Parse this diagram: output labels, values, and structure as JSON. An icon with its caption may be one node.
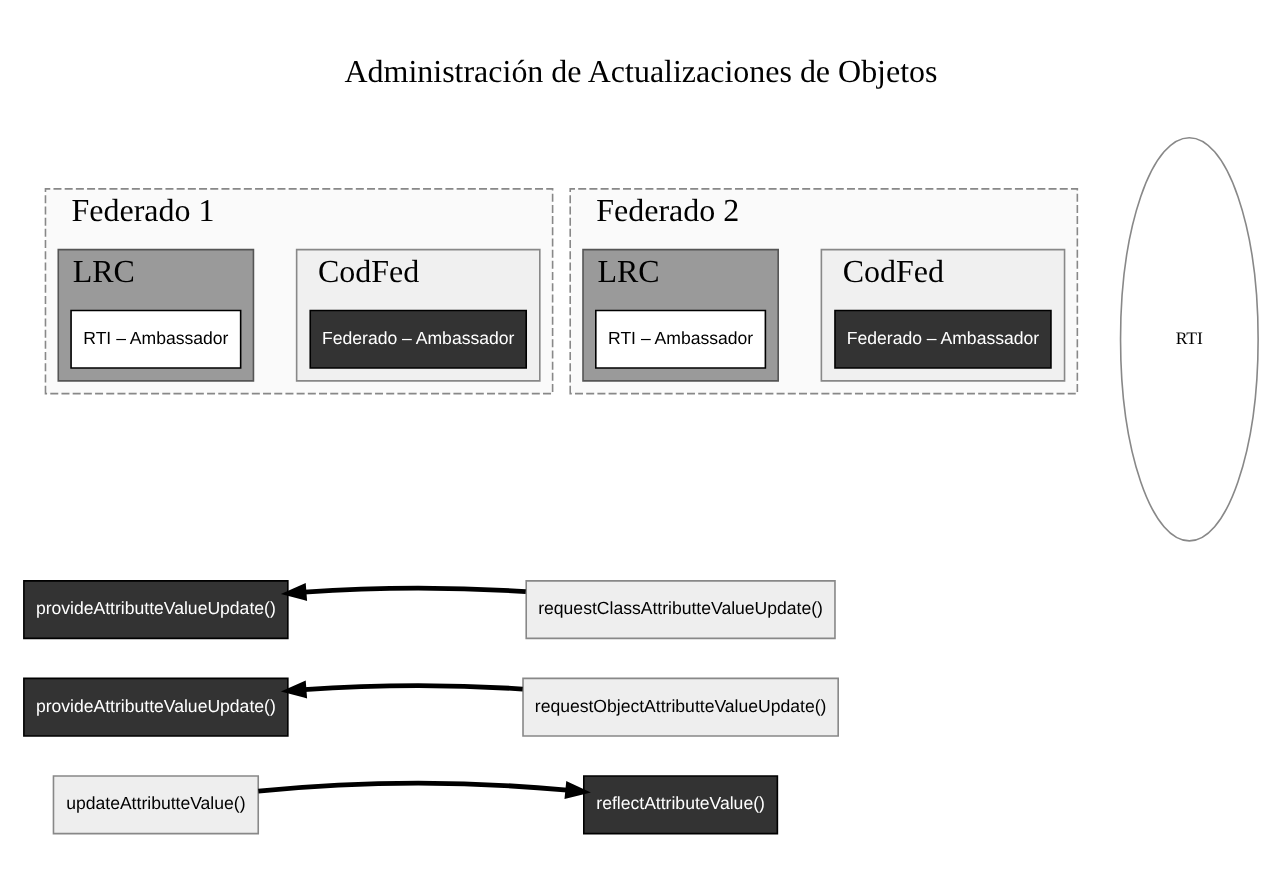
{
  "diagram": {
    "title": "Administración de Actualizaciones de Objetos",
    "nodes": [
      {
        "text": [
          "Federado 1"
        ]
      },
      {
        "text": [
          "CodFed"
        ],
        "in": 0
      },
      {
        "text": [
          "Federado – Ambassador"
        ],
        "in": 1
      },
      {
        "text": [
          "LRC"
        ],
        "in": 0
      },
      {
        "text": [
          "RTI – Ambassador"
        ],
        "in": 3
      },
      {
        "text": [
          "Federado 2"
        ]
      },
      {
        "text": [
          "CodFed"
        ],
        "in": 5
      },
      {
        "text": [
          "Federado – Ambassador"
        ],
        "in": 6
      },
      {
        "text": [
          "LRC"
        ],
        "in": 5
      },
      {
        "text": [
          "RTI – Ambassador"
        ],
        "in": 8
      },
      {
        "text": [
          "RTI"
        ]
      },
      {
        "text": [
          "requestClassAttributteValueUpdate()"
        ]
      },
      {
        "text": [
          "provideAttributteValueUpdate()"
        ]
      },
      {
        "text": [
          "requestObjectAttributteValueUpdate()"
        ]
      },
      {
        "text": [
          "provideAttributteValueUpdate()"
        ]
      },
      {
        "text": [
          "updateAttributteValue()"
        ]
      },
      {
        "text": [
          "reflectAttributeValue()"
        ]
      }
    ],
    "edges": [
      {
        "from": 11,
        "to": 12,
        "arrow": "to"
      },
      {
        "from": 13,
        "to": 14,
        "arrow": "to"
      },
      {
        "from": 15,
        "to": 16,
        "arrow": "to"
      }
    ]
  }
}
